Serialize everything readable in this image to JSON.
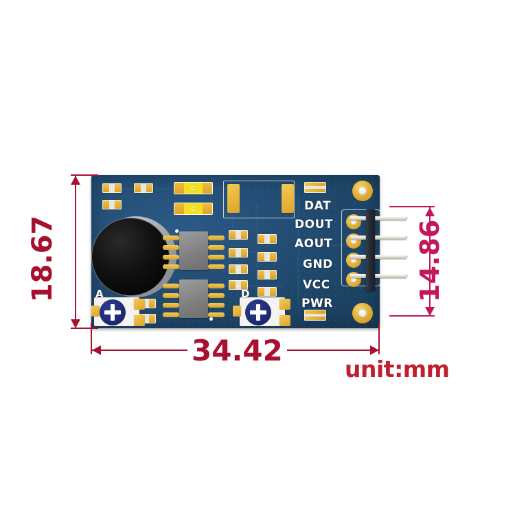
{
  "image": {
    "subject": "sound-sensor-pcb-module-dimension-drawing",
    "background_color": "#ffffff"
  },
  "board": {
    "silkscreen_labels": {
      "analog_pot": "A",
      "digital_pot": "D",
      "cap_marking_1": "C",
      "cap_marking_2": "C"
    },
    "pin_labels": [
      {
        "name": "DAT",
        "text": "DAT"
      },
      {
        "name": "DOUT",
        "text": "DOUT"
      },
      {
        "name": "AOUT",
        "text": "AOUT"
      },
      {
        "name": "GND",
        "text": "GND"
      },
      {
        "name": "VCC",
        "text": "VCC"
      },
      {
        "name": "PWR",
        "text": "PWR"
      }
    ],
    "colors": {
      "pcb": "#234d74",
      "pad_gold": "#e0aa30",
      "capacitor_yellow": "#f5e01e",
      "silkscreen_white": "#ffffff",
      "ic_gray": "#8c8c8c",
      "mic_black": "#000000",
      "pot_blue": "#1d2a75",
      "header_black": "#262a33"
    }
  },
  "dimensions": {
    "width": {
      "label": "34.42",
      "color": "#a8102f"
    },
    "height": {
      "label": "18.67",
      "color": "#a8102f"
    },
    "header_height": {
      "label": "14.86",
      "color": "#c2185b"
    },
    "unit_note": {
      "label": "unit:mm",
      "color": "#bf2030"
    }
  }
}
